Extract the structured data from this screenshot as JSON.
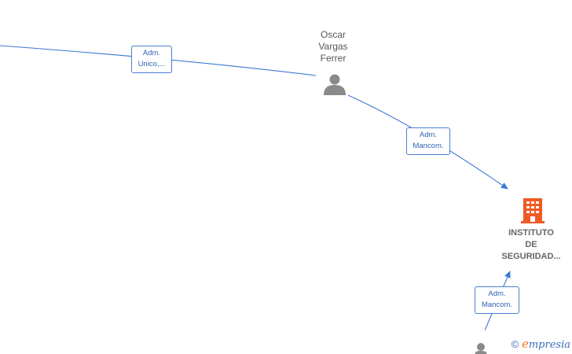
{
  "nodes": {
    "person_main": {
      "name_lines": [
        "Oscar",
        "Vargas",
        "Ferrer"
      ],
      "icon": "person-icon"
    },
    "company": {
      "name_lines": [
        "INSTITUTO",
        "DE",
        "SEGURIDAD..."
      ],
      "icon": "building-icon",
      "color": "#f05a24"
    },
    "person_bottom": {
      "icon": "person-icon"
    }
  },
  "edges": [
    {
      "label_lines": [
        "Adm.",
        "Unico,..."
      ]
    },
    {
      "label_lines": [
        "Adm.",
        "Mancom."
      ]
    },
    {
      "label_lines": [
        "Adm.",
        "Mancom."
      ]
    }
  ],
  "brand": {
    "copyright": "©",
    "e": "e",
    "rest": "mpresia"
  },
  "colors": {
    "edge": "#3a78d4",
    "person": "#8a8a8a",
    "company": "#f05a24"
  }
}
